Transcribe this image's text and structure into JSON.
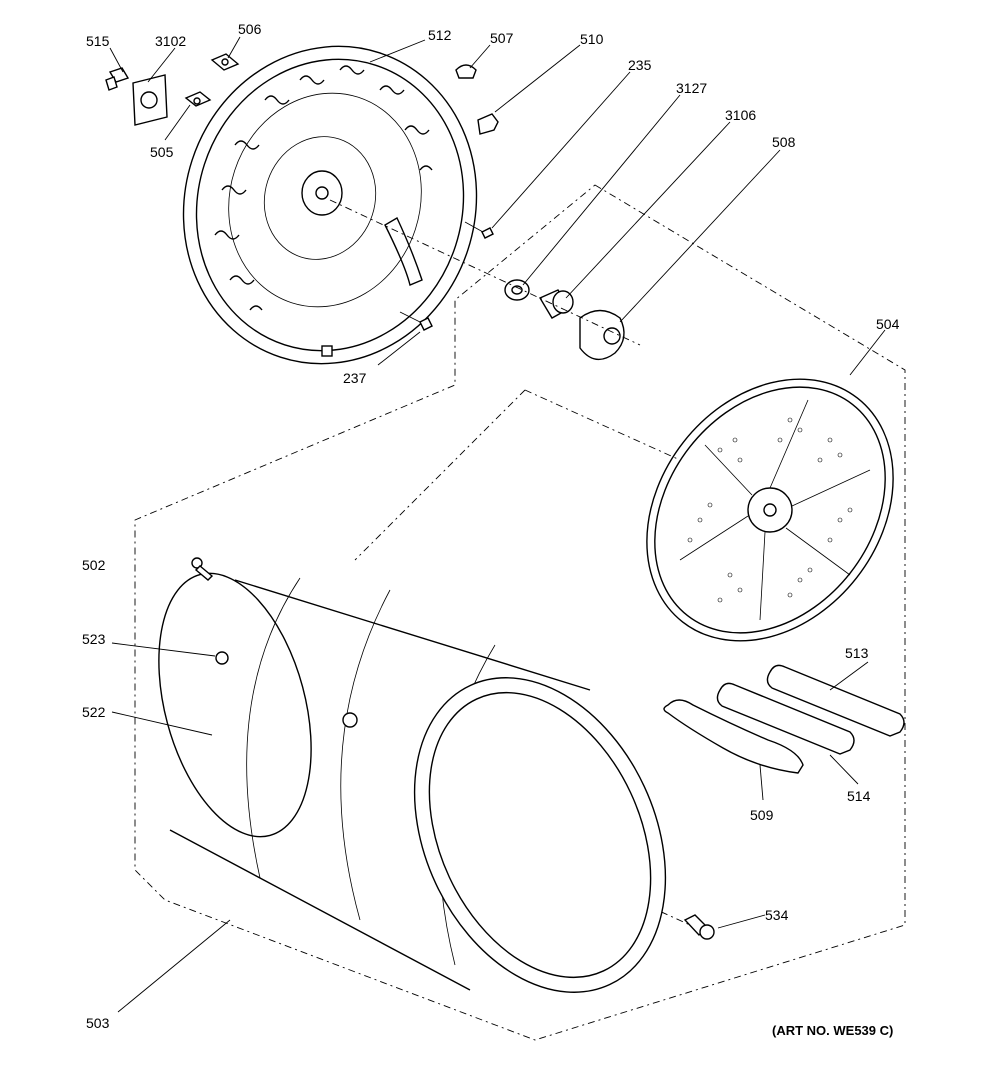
{
  "diagram": {
    "part_labels": {
      "p515": "515",
      "p3102": "3102",
      "p506": "506",
      "p512": "512",
      "p507": "507",
      "p510": "510",
      "p235": "235",
      "p3127": "3127",
      "p3106": "3106",
      "p508": "508",
      "p505": "505",
      "p237": "237",
      "p504": "504",
      "p502": "502",
      "p523": "523",
      "p522": "522",
      "p513": "513",
      "p514": "514",
      "p509": "509",
      "p534": "534",
      "p503": "503"
    },
    "art_number": "(ART NO. WE539 C)"
  }
}
